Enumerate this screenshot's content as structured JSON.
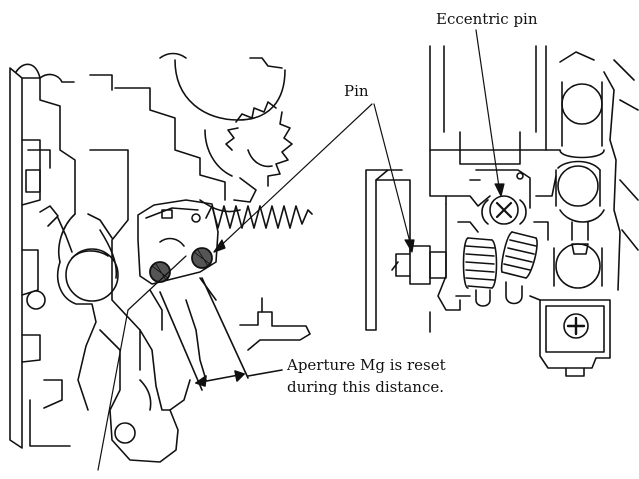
{
  "labels": {
    "eccentric_pin": "Eccentric pin",
    "pin": "Pin",
    "reset_line1": "Aperture Mg is reset",
    "reset_line2": "during this distance."
  },
  "colors": {
    "ink": "#111111",
    "pin_fill": "#555555",
    "background": "#ffffff"
  }
}
